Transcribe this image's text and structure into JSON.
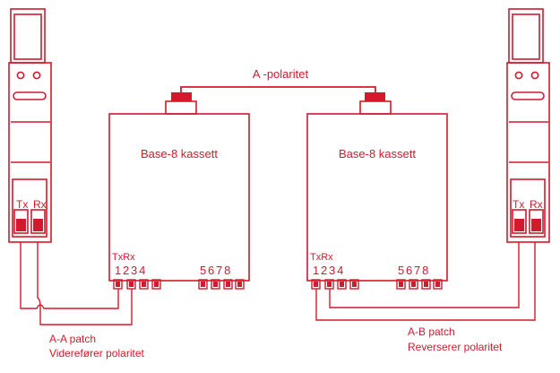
{
  "colors": {
    "accent": "#d4192c",
    "background": "#ffffff"
  },
  "trunk": {
    "label": "A -polaritet"
  },
  "cassettes": [
    {
      "title": "Base-8 kassett",
      "txrx_label": "TxRx",
      "port_numbers_left": "1234",
      "port_numbers_right": "5678"
    },
    {
      "title": "Base-8 kassett",
      "txrx_label": "TxRx",
      "port_numbers_left": "1234",
      "port_numbers_right": "5678"
    }
  ],
  "transceivers": [
    {
      "tx_label": "Tx",
      "rx_label": "Rx"
    },
    {
      "tx_label": "Tx",
      "rx_label": "Rx"
    }
  ],
  "patches": [
    {
      "line1": "A-A patch",
      "line2": "Viderefører polaritet"
    },
    {
      "line1": "A-B patch",
      "line2": "Reverserer polaritet"
    }
  ]
}
